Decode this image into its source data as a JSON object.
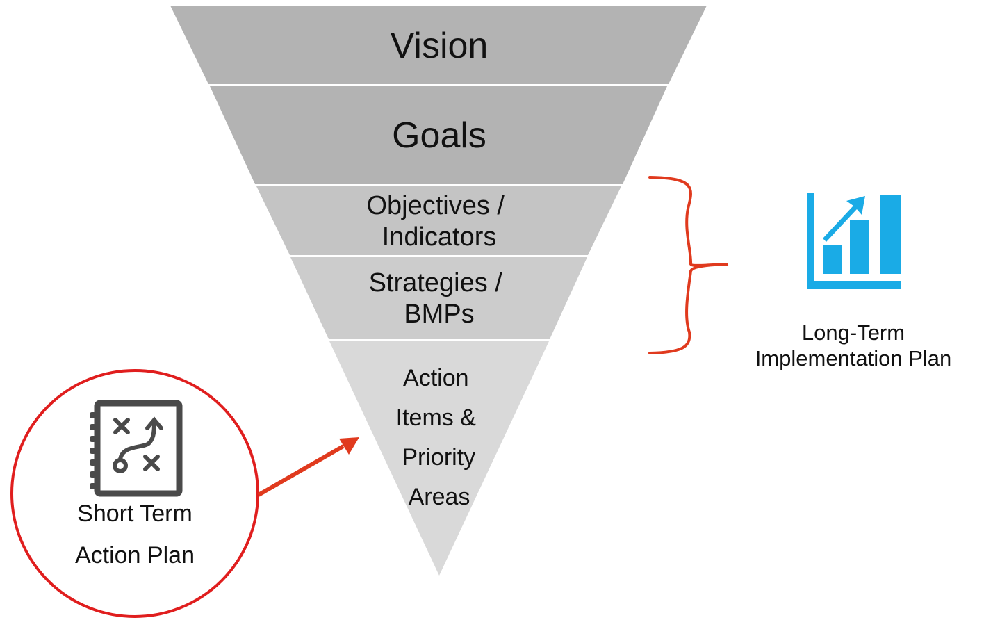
{
  "funnel": {
    "levels": [
      {
        "id": "vision",
        "lines": [
          "Vision"
        ],
        "color": "#b3b3b3"
      },
      {
        "id": "goals",
        "lines": [
          "Goals"
        ],
        "color": "#b3b3b3"
      },
      {
        "id": "objectives",
        "lines": [
          "Objectives /",
          "Indicators"
        ],
        "color": "#c4c4c4"
      },
      {
        "id": "strategies",
        "lines": [
          "Strategies /",
          "BMPs"
        ],
        "color": "#cccccc"
      },
      {
        "id": "action-items",
        "lines": [
          "Action",
          "Items &",
          "Priority",
          "Areas"
        ],
        "color": "#d9d9d9"
      }
    ]
  },
  "long_term": {
    "line1": "Long-Term",
    "line2": "Implementation Plan",
    "icon": "bar-chart-trend-up-icon",
    "icon_color": "#1aabe6",
    "bracket_color": "#e03a1e"
  },
  "short_term": {
    "line1": "Short Term",
    "line2": "Action Plan",
    "icon": "playbook-strategy-icon",
    "icon_color": "#4a4a4a",
    "circle_color": "#e01e1e",
    "arrow_color": "#e03a1e"
  }
}
